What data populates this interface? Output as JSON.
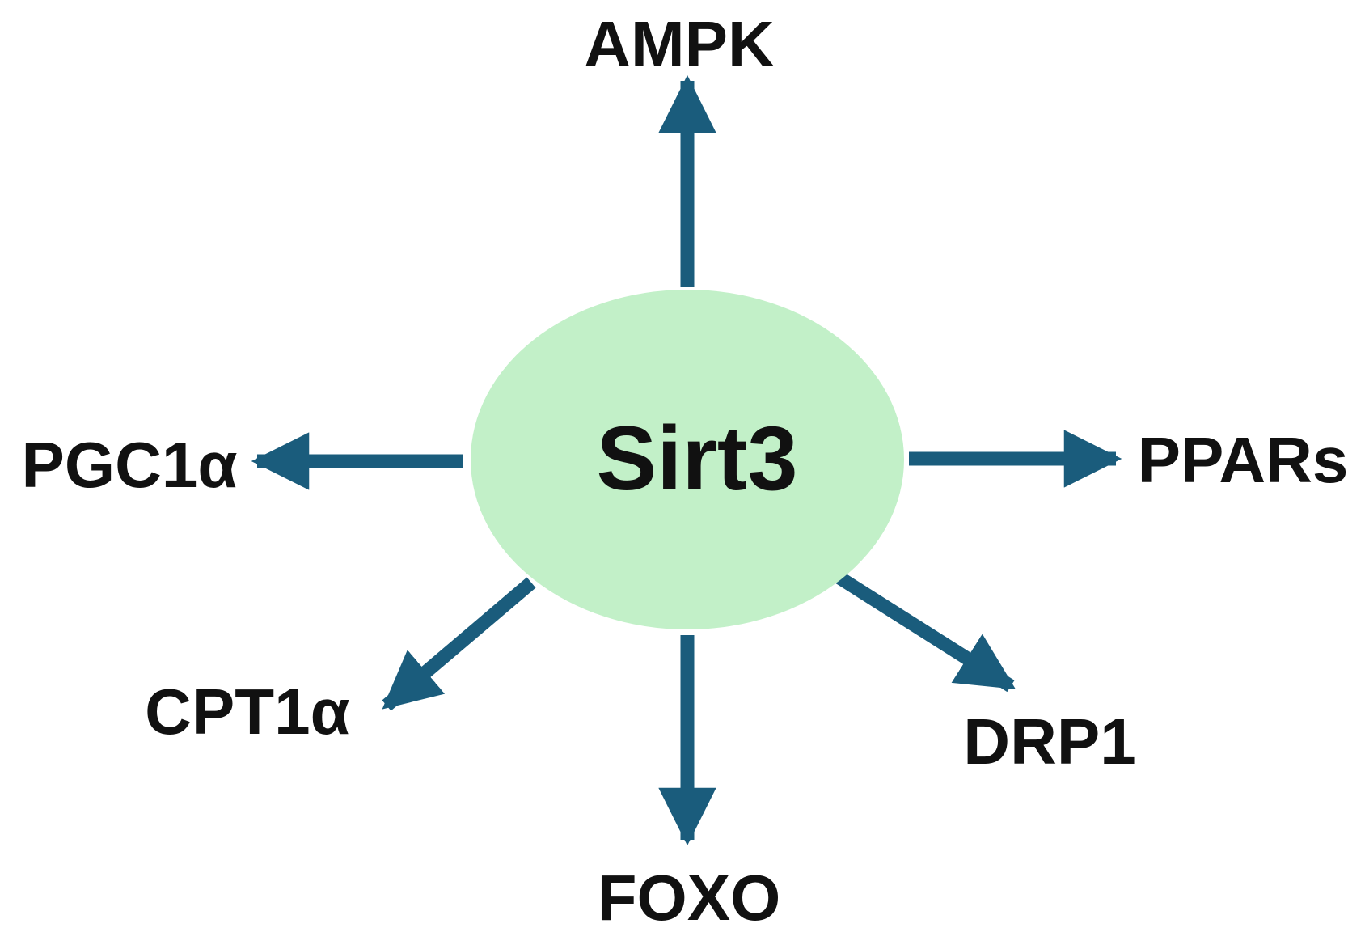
{
  "center": {
    "label": "Sirt3"
  },
  "targets": [
    {
      "id": "ampk",
      "label": "AMPK"
    },
    {
      "id": "ppars",
      "label": "PPARs"
    },
    {
      "id": "drp1",
      "label": "DRP1"
    },
    {
      "id": "foxo",
      "label": "FOXO"
    },
    {
      "id": "cpt1a",
      "label": "CPT1α"
    },
    {
      "id": "pgc1a",
      "label": "PGC1α"
    }
  ],
  "colors": {
    "ellipse_fill": "#c2f0c8",
    "arrow": "#1a5c7c",
    "text": "#111111",
    "background": "#ffffff"
  }
}
